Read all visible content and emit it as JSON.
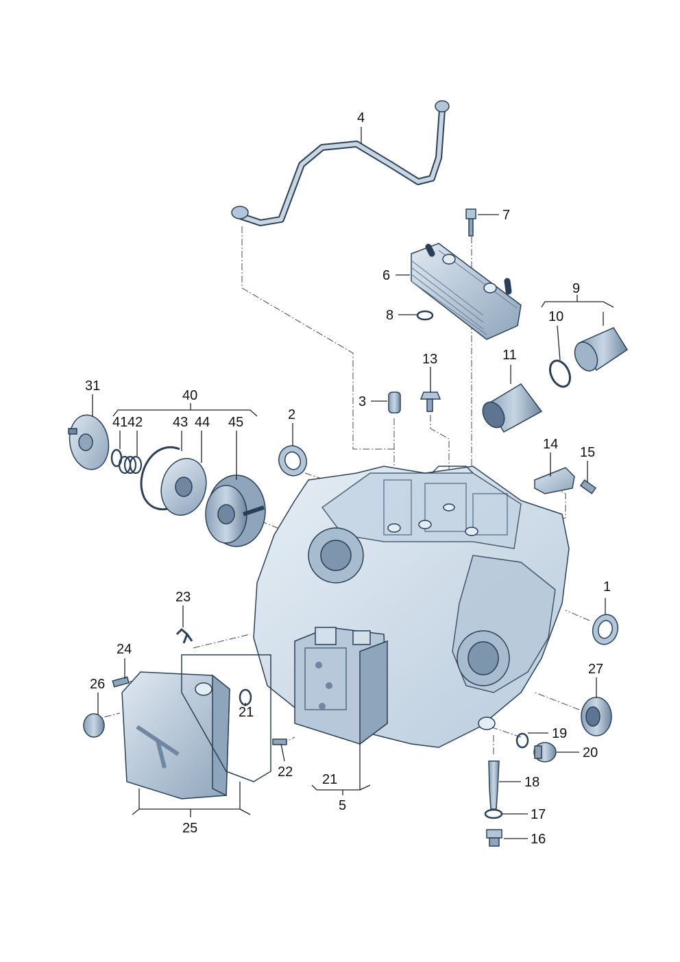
{
  "diagram": {
    "callouts": [
      "1",
      "2",
      "3",
      "4",
      "5",
      "6",
      "7",
      "8",
      "9",
      "10",
      "11",
      "13",
      "14",
      "15",
      "16",
      "17",
      "18",
      "19",
      "20",
      "21",
      "21",
      "21",
      "22",
      "23",
      "24",
      "25",
      "26",
      "27",
      "31",
      "40",
      "41",
      "42",
      "43",
      "44",
      "45"
    ]
  },
  "colors": {
    "housing_fill": "#d3dfea",
    "housing_stroke": "#2a3f55",
    "part_fill": "#b3c6d9",
    "part_dark": "#6f87a0",
    "part_light": "#e4edf5",
    "label": "#111111"
  }
}
